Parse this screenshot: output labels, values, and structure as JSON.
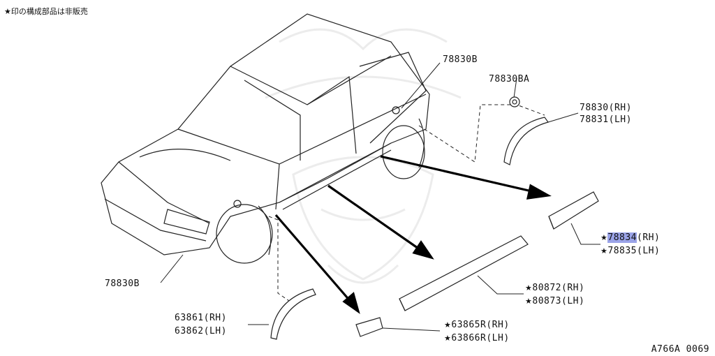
{
  "note": "★印の構成部品は非販売",
  "star": "★",
  "labels": {
    "p78830B_top": "78830B",
    "p78830BA": "78830BA",
    "p78830_rh": "78830(RH)",
    "p78831_lh": "78831(LH)",
    "p78834_num": "78834",
    "p78834_side": "(RH)",
    "p78835": "78835(LH)",
    "p80872": "80872(RH)",
    "p80873": "80873(LH)",
    "p78830B_bottom": "78830B",
    "p63861": "63861(RH)",
    "p63862": "63862(LH)",
    "p63865R": "63865R(RH)",
    "p63866R": "63866R(LH)"
  },
  "diagram_code": "A766A 0069"
}
